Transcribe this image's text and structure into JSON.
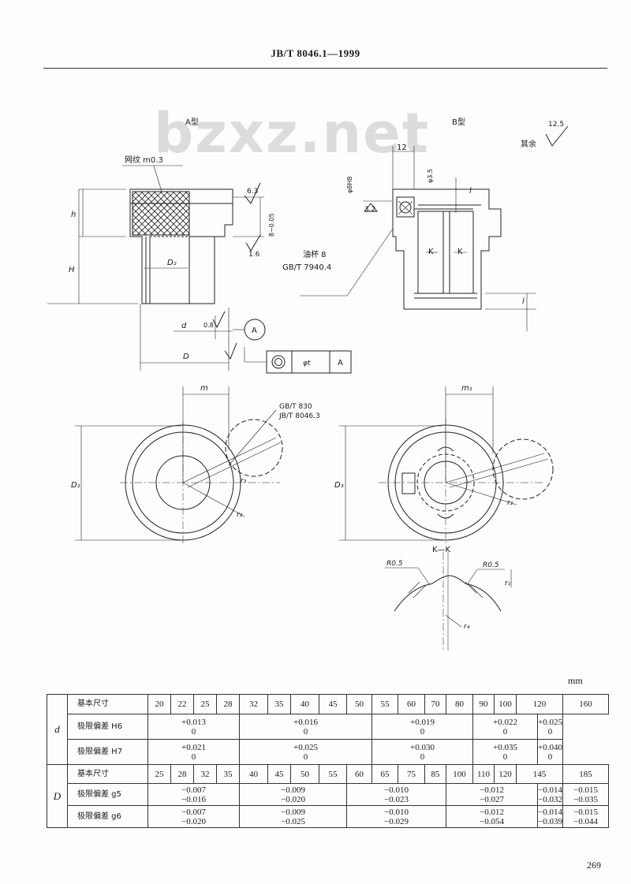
{
  "header": {
    "standard": "JB/T 8046.1—1999"
  },
  "watermark": "bzxz.net",
  "drawing": {
    "type_a": "A型",
    "type_b": "B型",
    "knurl": "网纹 m0.3",
    "oil_cup": "油杯 8",
    "oil_cup_std": "GB/T 7940.4",
    "rest_label": "其余",
    "rough_rest": "12.5",
    "rough_63": "6.3",
    "rough_16": "1.6",
    "rough_32": "3.2",
    "rough_08": "0.8",
    "dim_12": "12",
    "dim_phi8": "φ8H8",
    "dim_phi35": "φ3.5",
    "dim_8": "8−0.05",
    "sym_h": "h",
    "sym_H": "H",
    "sym_D2": "D₂",
    "sym_d": "d",
    "sym_D": "D",
    "sym_l1": "l",
    "sym_l2": "l",
    "sym_m": "m",
    "sym_m1": "m₁",
    "sym_D1": "D₁",
    "sym_D3": "D₃",
    "sym_r1": "r₁",
    "sym_r2": "r₂",
    "sym_r3": "r₃",
    "sym_r4": "r₄",
    "sym_r2b": "r₂",
    "datum": "A",
    "tol_value": "φt",
    "tol_datum": "A",
    "section_k1": "K",
    "section_k2": "K",
    "kk": "K—K",
    "std_830": "GB/T 830",
    "std_8046": "JB/T 8046.3",
    "r05a": "R0.5",
    "r05b": "R0.5"
  },
  "table": {
    "unit": "mm",
    "sym_d": "d",
    "sym_D": "D",
    "row_basic_d": {
      "label": "基本尺寸",
      "values": [
        "20",
        "22",
        "25",
        "28",
        "32",
        "35",
        "40",
        "45",
        "50",
        "55",
        "60",
        "70",
        "80",
        "90",
        "100",
        "120",
        "160"
      ]
    },
    "row_h6": {
      "label": "极限偏差 H6",
      "groups": [
        "+0.013\n0",
        "+0.016\n0",
        "+0.019\n0",
        "+0.022\n0",
        "+0.025\n0"
      ]
    },
    "row_h7": {
      "label": "极限偏差 H7",
      "groups": [
        "+0.021\n0",
        "+0.025\n0",
        "+0.030\n0",
        "+0.035\n0",
        "+0.040\n0"
      ]
    },
    "row_basic_D": {
      "label": "基本尺寸",
      "values": [
        "25",
        "28",
        "32",
        "35",
        "40",
        "45",
        "50",
        "55",
        "60",
        "65",
        "75",
        "85",
        "100",
        "110",
        "120",
        "145",
        "185"
      ]
    },
    "row_g5": {
      "label": "极限偏差 g5",
      "groups": [
        "−0.007\n−0.016",
        "−0.009\n−0.020",
        "−0.010\n−0.023",
        "−0.012\n−0.027",
        "−0.014\n−0.032",
        "−0.015\n−0.035"
      ]
    },
    "row_g6": {
      "label": "极限偏差 g6",
      "groups": [
        "−0.007\n−0.020",
        "−0.009\n−0.025",
        "−0.010\n−0.029",
        "−0.012\n−0.054",
        "−0.014\n−0.039",
        "−0.015\n−0.044"
      ]
    }
  },
  "page_number": "269"
}
